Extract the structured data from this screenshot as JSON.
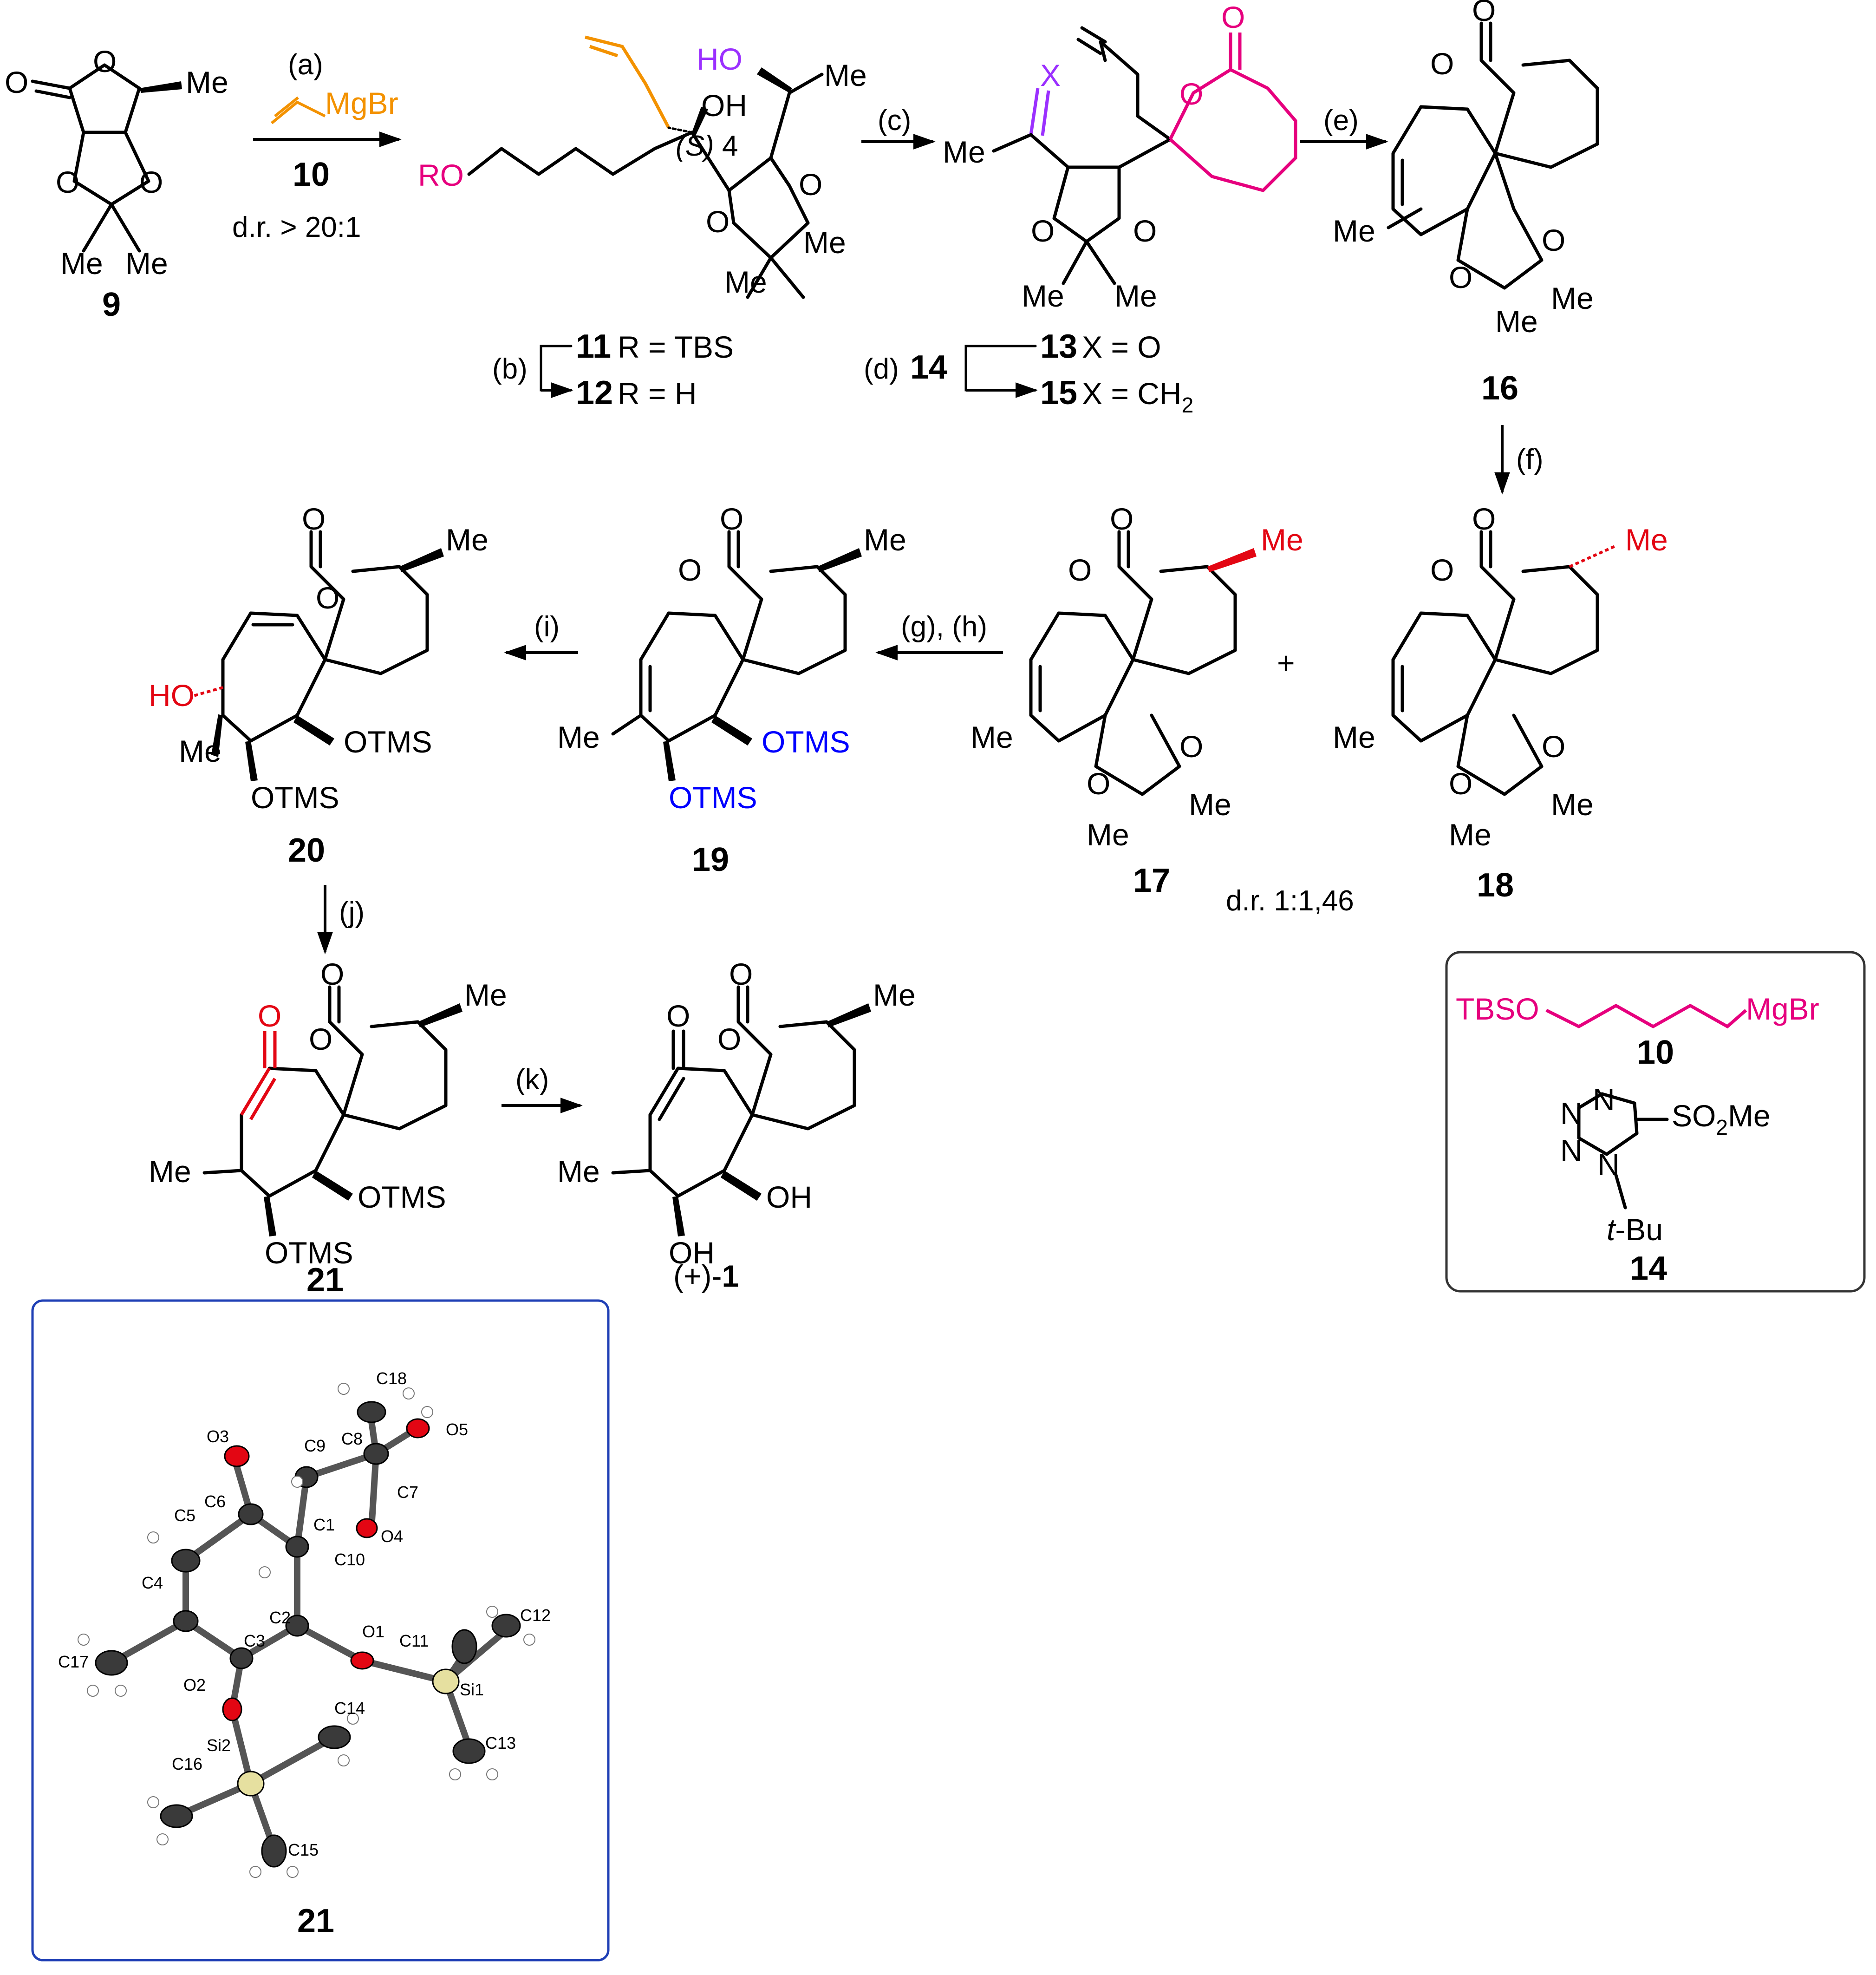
{
  "colors": {
    "pink": "#e6007e",
    "orange": "#f39200",
    "purple": "#9b30ff",
    "red": "#e30613",
    "blue": "#0000ff",
    "frame_blue": "#1f3fb5",
    "frame_gray": "#333333"
  },
  "compounds": {
    "c9": "9",
    "c10": "10",
    "c11": "11",
    "c12": "12",
    "c13": "13",
    "c14": "14",
    "c15": "15",
    "c16": "16",
    "c17": "17",
    "c18": "18",
    "c19": "19",
    "c20": "20",
    "c21": "21",
    "c1_prefix": "(+)-",
    "c1": "1"
  },
  "substituents": {
    "r_tbs": "R = TBS",
    "r_h": "R = H",
    "x_o": "X = O",
    "x_ch2": "X = CH",
    "sub2": "2"
  },
  "steps": {
    "a": "(a)",
    "b": "(b)",
    "c": "(c)",
    "d": "(d)",
    "e": "(e)",
    "f": "(f)",
    "gh": "(g), (h)",
    "i": "(i)",
    "j": "(j)",
    "k": "(k)"
  },
  "notes": {
    "dr_a": "d.r. > 20:1",
    "dr_f": "d.r. 1:1,46",
    "stereo_s": "(S)",
    "locant_4": "4",
    "plus": "+"
  },
  "atoms": {
    "O": "O",
    "Me": "Me",
    "OH": "OH",
    "HO": "HO",
    "RO": "RO",
    "X": "X",
    "MgBr": "MgBr",
    "OTMS": "OTMS",
    "TBSO": "TBSO",
    "N": "N",
    "SO2Me_a": "SO",
    "SO2Me_sub": "2",
    "SO2Me_b": "Me",
    "tBu_t": "t",
    "tBu_b": "-Bu"
  },
  "ortep_labels": [
    "C18",
    "O5",
    "O3",
    "C9",
    "C8",
    "C7",
    "C5",
    "C6",
    "C1",
    "O4",
    "C10",
    "C4",
    "C2",
    "O1",
    "C12",
    "C3",
    "C11",
    "C17",
    "O2",
    "Si1",
    "C14",
    "Si2",
    "C16",
    "C13",
    "C15"
  ]
}
